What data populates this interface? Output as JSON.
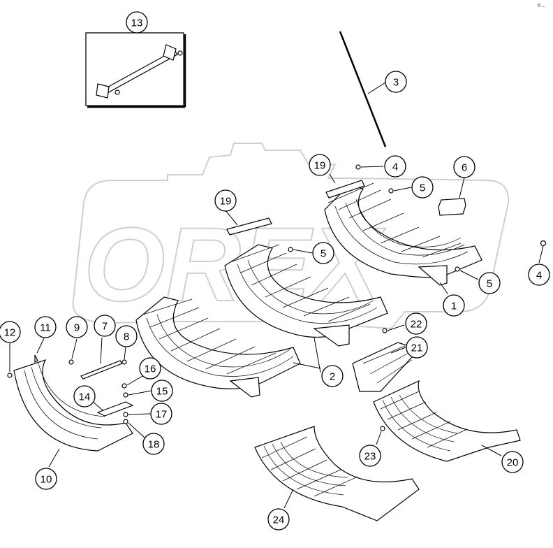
{
  "watermark": {
    "text": "OREX",
    "color": "#cfcfcf"
  },
  "corner_mark": "© ...",
  "callouts": [
    {
      "id": "c13",
      "label": "13"
    },
    {
      "id": "c3",
      "label": "3"
    },
    {
      "id": "c4a",
      "label": "4"
    },
    {
      "id": "c19a",
      "label": "19"
    },
    {
      "id": "c6",
      "label": "6"
    },
    {
      "id": "c5a",
      "label": "5"
    },
    {
      "id": "c19b",
      "label": "19"
    },
    {
      "id": "c5b",
      "label": "5"
    },
    {
      "id": "c4b",
      "label": "4"
    },
    {
      "id": "c5c",
      "label": "5"
    },
    {
      "id": "c1",
      "label": "1"
    },
    {
      "id": "c22",
      "label": "22"
    },
    {
      "id": "c21",
      "label": "21"
    },
    {
      "id": "c2",
      "label": "2"
    },
    {
      "id": "c12",
      "label": "12"
    },
    {
      "id": "c11",
      "label": "11"
    },
    {
      "id": "c9",
      "label": "9"
    },
    {
      "id": "c7",
      "label": "7"
    },
    {
      "id": "c8",
      "label": "8"
    },
    {
      "id": "c16",
      "label": "16"
    },
    {
      "id": "c15",
      "label": "15"
    },
    {
      "id": "c14",
      "label": "14"
    },
    {
      "id": "c17",
      "label": "17"
    },
    {
      "id": "c18",
      "label": "18"
    },
    {
      "id": "c10",
      "label": "10"
    },
    {
      "id": "c23",
      "label": "23"
    },
    {
      "id": "c20",
      "label": "20"
    },
    {
      "id": "c24",
      "label": "24"
    }
  ]
}
